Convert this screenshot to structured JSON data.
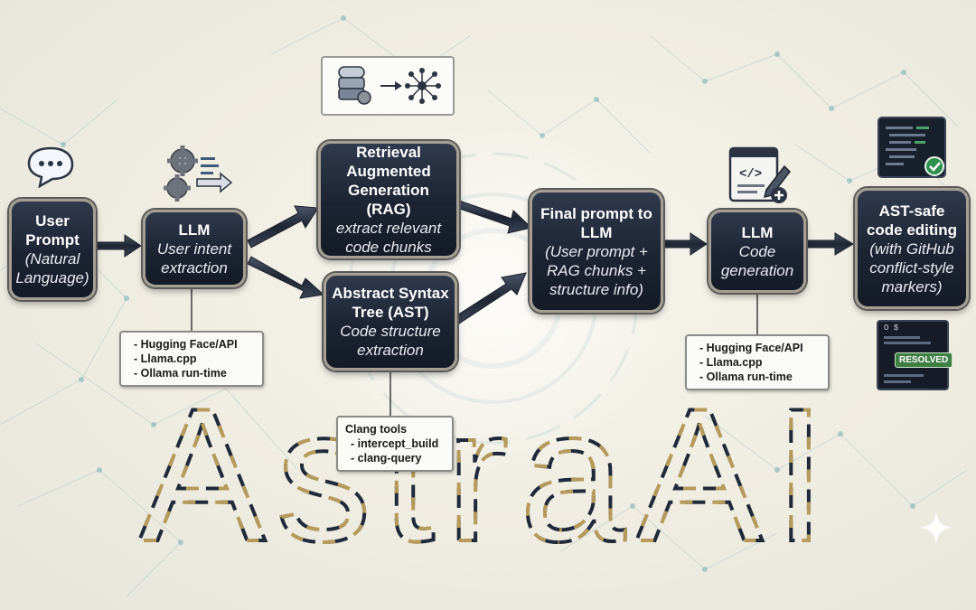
{
  "title": "AstraAI",
  "nodes": {
    "user_prompt": {
      "title": "User Prompt",
      "subtitle": "(Natural Language)"
    },
    "llm_intent": {
      "title": "LLM",
      "subtitle": "User intent extraction"
    },
    "rag": {
      "title": "Retrieval Augmented Generation (RAG)",
      "subtitle": "extract relevant code chunks"
    },
    "ast": {
      "title": "Abstract Syntax Tree (AST)",
      "subtitle": "Code structure extraction"
    },
    "final_prompt": {
      "title": "Final prompt to LLM",
      "subtitle": "(User prompt + RAG chunks + structure info)"
    },
    "llm_codegen": {
      "title": "LLM",
      "subtitle": "Code generation"
    },
    "ast_safe": {
      "title": "AST-safe code editing",
      "subtitle": "(with GitHub conflict-style markers)"
    }
  },
  "notes": {
    "llm_backends_1": [
      "Hugging Face/API",
      "Llama.cpp",
      "Ollama run-time"
    ],
    "clang": {
      "heading": "Clang tools",
      "items": [
        "intercept_build",
        "clang-query"
      ]
    },
    "llm_backends_2": [
      "Hugging Face/API",
      "Llama.cpp",
      "Ollama run-time"
    ]
  },
  "badges": {
    "resolved": "RESOLVED",
    "terminal_prompt": "O $"
  },
  "icons": [
    "chat-bubble-icon",
    "gears-arrow-icon",
    "database-to-network-icon",
    "code-edit-icon",
    "code-editor-check-icon",
    "terminal-resolved-icon",
    "sparkle-icon"
  ],
  "colors": {
    "node_fill": "#1c2433",
    "node_border": "#a59f93",
    "arrow": "#2a3342",
    "title_dash_dark": "#1e2a3a",
    "title_dash_gold": "#b59a5b"
  }
}
